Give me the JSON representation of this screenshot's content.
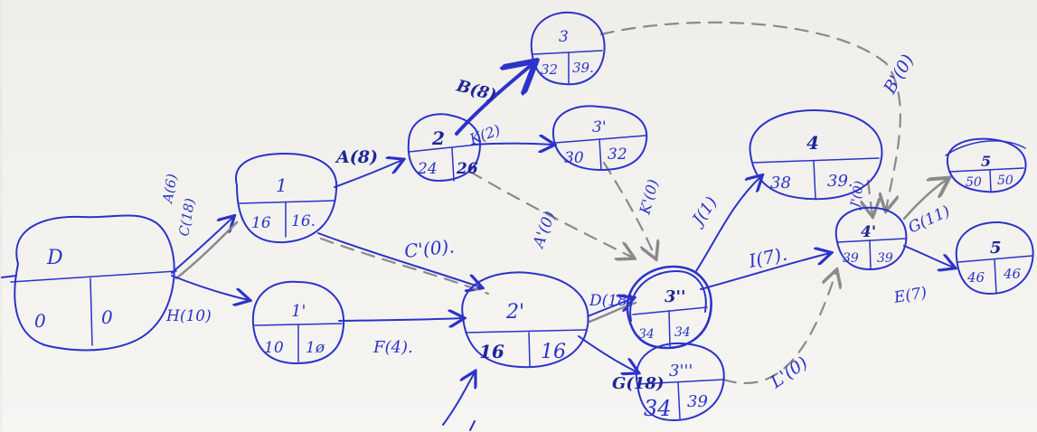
{
  "nodes": [
    {
      "id": "D",
      "label": "D",
      "es": "0",
      "ls": "0"
    },
    {
      "id": "n1",
      "label": "1",
      "es": "16",
      "ls": "16."
    },
    {
      "id": "n1p",
      "label": "1'",
      "es": "10",
      "ls": "1ø"
    },
    {
      "id": "n2",
      "label": "2",
      "es": "24",
      "ls": "26"
    },
    {
      "id": "n2p",
      "label": "2'",
      "es": "16",
      "ls": "16"
    },
    {
      "id": "n3",
      "label": "3",
      "es": "32",
      "ls": "39."
    },
    {
      "id": "n3p",
      "label": "3'",
      "es": "30",
      "ls": "32"
    },
    {
      "id": "n3pp",
      "label": "3''",
      "es": "34",
      "ls": "34"
    },
    {
      "id": "n3ppp",
      "label": "3'''",
      "es": "34",
      "ls": "39"
    },
    {
      "id": "n4",
      "label": "4",
      "es": "38",
      "ls": "39."
    },
    {
      "id": "n4p",
      "label": "4'",
      "es": "39",
      "ls": "39"
    },
    {
      "id": "n5a",
      "label": "5",
      "es": "50",
      "ls": "50"
    },
    {
      "id": "n5b",
      "label": "5",
      "es": "46",
      "ls": "46"
    }
  ],
  "activities": {
    "a_top": "A(6)",
    "c_top": "C(18)",
    "h": "H(10)",
    "a": "A(8)",
    "b": "B(8)",
    "k": "K(2)",
    "c_dummy": "C'(0).",
    "f": "F(4).",
    "a_dummy": "A'(0)",
    "k_dummy": "K'(0)",
    "d": "D(18)",
    "g_low": "G(18)",
    "j": "J(1)",
    "i": "I(7).",
    "j_dummy": "J'(0)",
    "b_dummy": "B'(0)",
    "g": "G(11)",
    "e": "E(7)",
    "l_dummy": "L'(0)"
  },
  "colors": {
    "ink": "#2b33c9",
    "pencil": "#8a8a8a",
    "paper": "#f4f3f0"
  }
}
